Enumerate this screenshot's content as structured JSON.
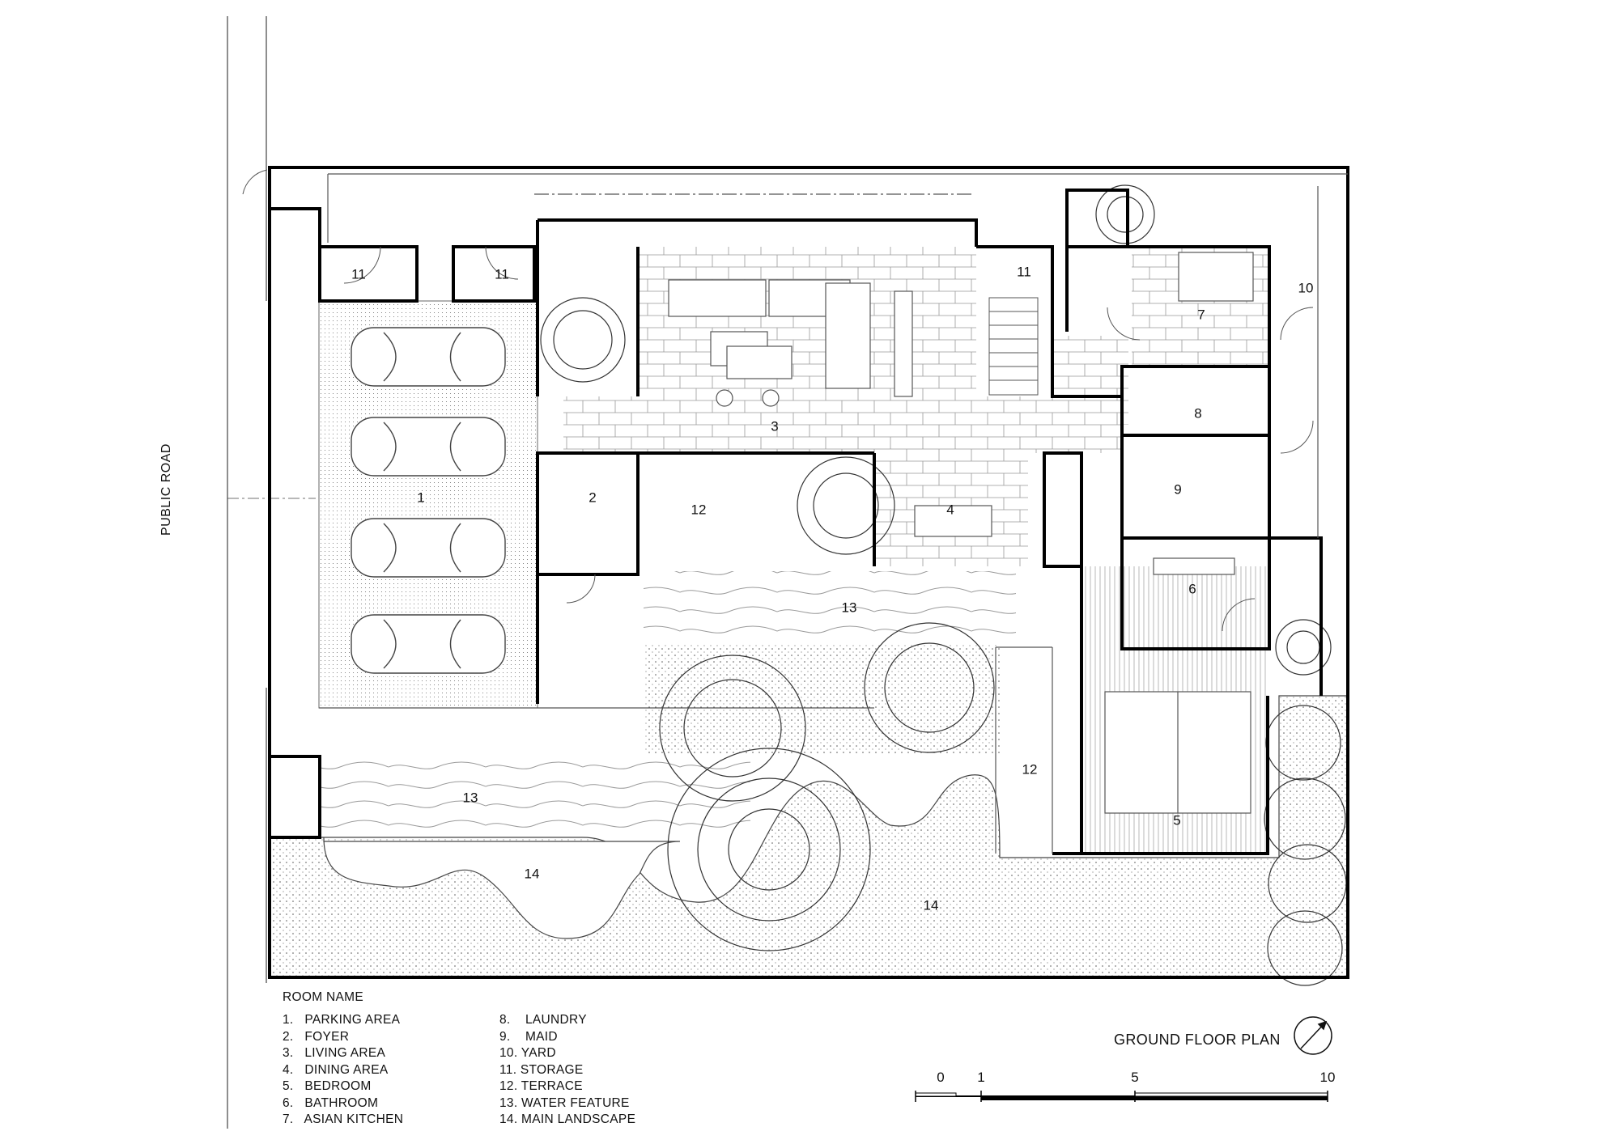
{
  "road_label": "PUBLIC ROAD",
  "rooms": [
    {
      "id": "r1",
      "text": "1"
    },
    {
      "id": "r2",
      "text": "2"
    },
    {
      "id": "r3",
      "text": "3"
    },
    {
      "id": "r4",
      "text": "4"
    },
    {
      "id": "r5",
      "text": "5"
    },
    {
      "id": "r6",
      "text": "6"
    },
    {
      "id": "r7",
      "text": "7"
    },
    {
      "id": "r8",
      "text": "8"
    },
    {
      "id": "r9",
      "text": "9"
    },
    {
      "id": "r10",
      "text": "10"
    },
    {
      "id": "r11a",
      "text": "11"
    },
    {
      "id": "r11b",
      "text": "11"
    },
    {
      "id": "r11c",
      "text": "11"
    },
    {
      "id": "r12a",
      "text": "12"
    },
    {
      "id": "r12b",
      "text": "12"
    },
    {
      "id": "r13a",
      "text": "13"
    },
    {
      "id": "r13b",
      "text": "13"
    },
    {
      "id": "r14a",
      "text": "14"
    },
    {
      "id": "r14b",
      "text": "14"
    }
  ],
  "legend": {
    "title": "ROOM NAME",
    "col1": [
      "1.   PARKING AREA",
      "2.   FOYER",
      "3.   LIVING AREA",
      "4.   DINING AREA",
      "5.   BEDROOM",
      "6.   BATHROOM",
      "7.   ASIAN KITCHEN"
    ],
    "col2": [
      "8.    LAUNDRY",
      "9.    MAID",
      "10. YARD",
      "11. STORAGE",
      "12. TERRACE",
      "13. WATER FEATURE",
      "14. MAIN LANDSCAPE"
    ]
  },
  "plan_title": "GROUND FLOOR PLAN",
  "scale": {
    "labels": [
      "0",
      "1",
      "5",
      "10"
    ],
    "unit_note": ""
  }
}
